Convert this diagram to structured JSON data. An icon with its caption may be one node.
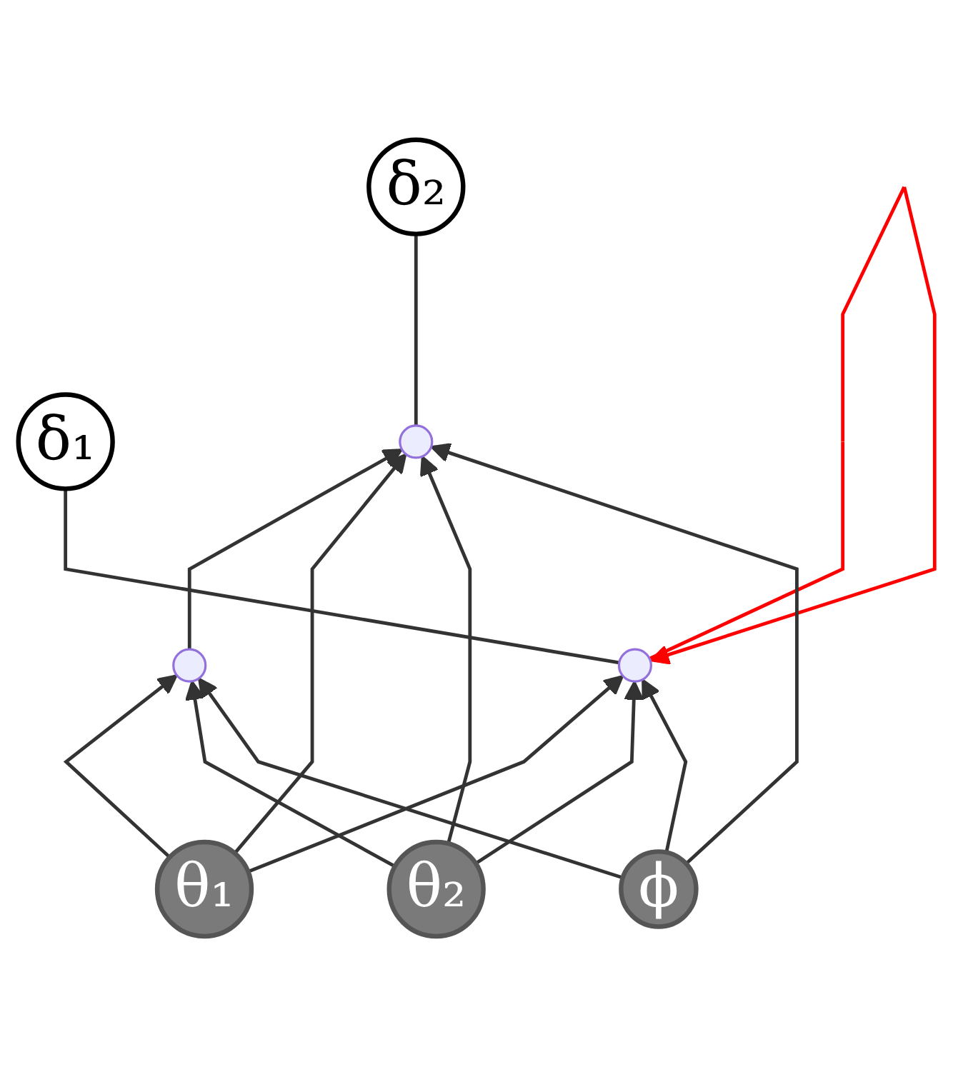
{
  "diagram": {
    "nodes": [
      {
        "text": [
          "δ₁"
        ]
      },
      {
        "text": [
          "δ₂"
        ]
      },
      {
        "text": [],
        "shape": "circle"
      },
      {
        "text": [],
        "shape": "circle"
      },
      {
        "text": [],
        "shape": "circle"
      },
      {
        "text": [
          "θ₁"
        ]
      },
      {
        "text": [
          "θ₂"
        ]
      },
      {
        "text": [
          "ϕ"
        ]
      }
    ],
    "edges": [
      {
        "from": 2,
        "to": 0,
        "arrow": "none"
      },
      {
        "from": 3,
        "to": 1,
        "arrow": "none"
      },
      {
        "from": 2,
        "to": 2,
        "arrow": "to",
        "color": "#ff0000"
      },
      {
        "from": 4,
        "to": 3,
        "arrow": "to"
      },
      {
        "from": 5,
        "to": 4,
        "arrow": "to"
      },
      {
        "from": 5,
        "to": 2,
        "arrow": "to"
      },
      {
        "from": 5,
        "to": 3,
        "arrow": "to"
      },
      {
        "from": 6,
        "to": 4,
        "arrow": "to"
      },
      {
        "from": 6,
        "to": 2,
        "arrow": "to"
      },
      {
        "from": 6,
        "to": 3,
        "arrow": "to"
      },
      {
        "from": 7,
        "to": 4,
        "arrow": "to"
      },
      {
        "from": 7,
        "to": 2,
        "arrow": "to"
      },
      {
        "from": 7,
        "to": 3,
        "arrow": "to"
      }
    ]
  }
}
